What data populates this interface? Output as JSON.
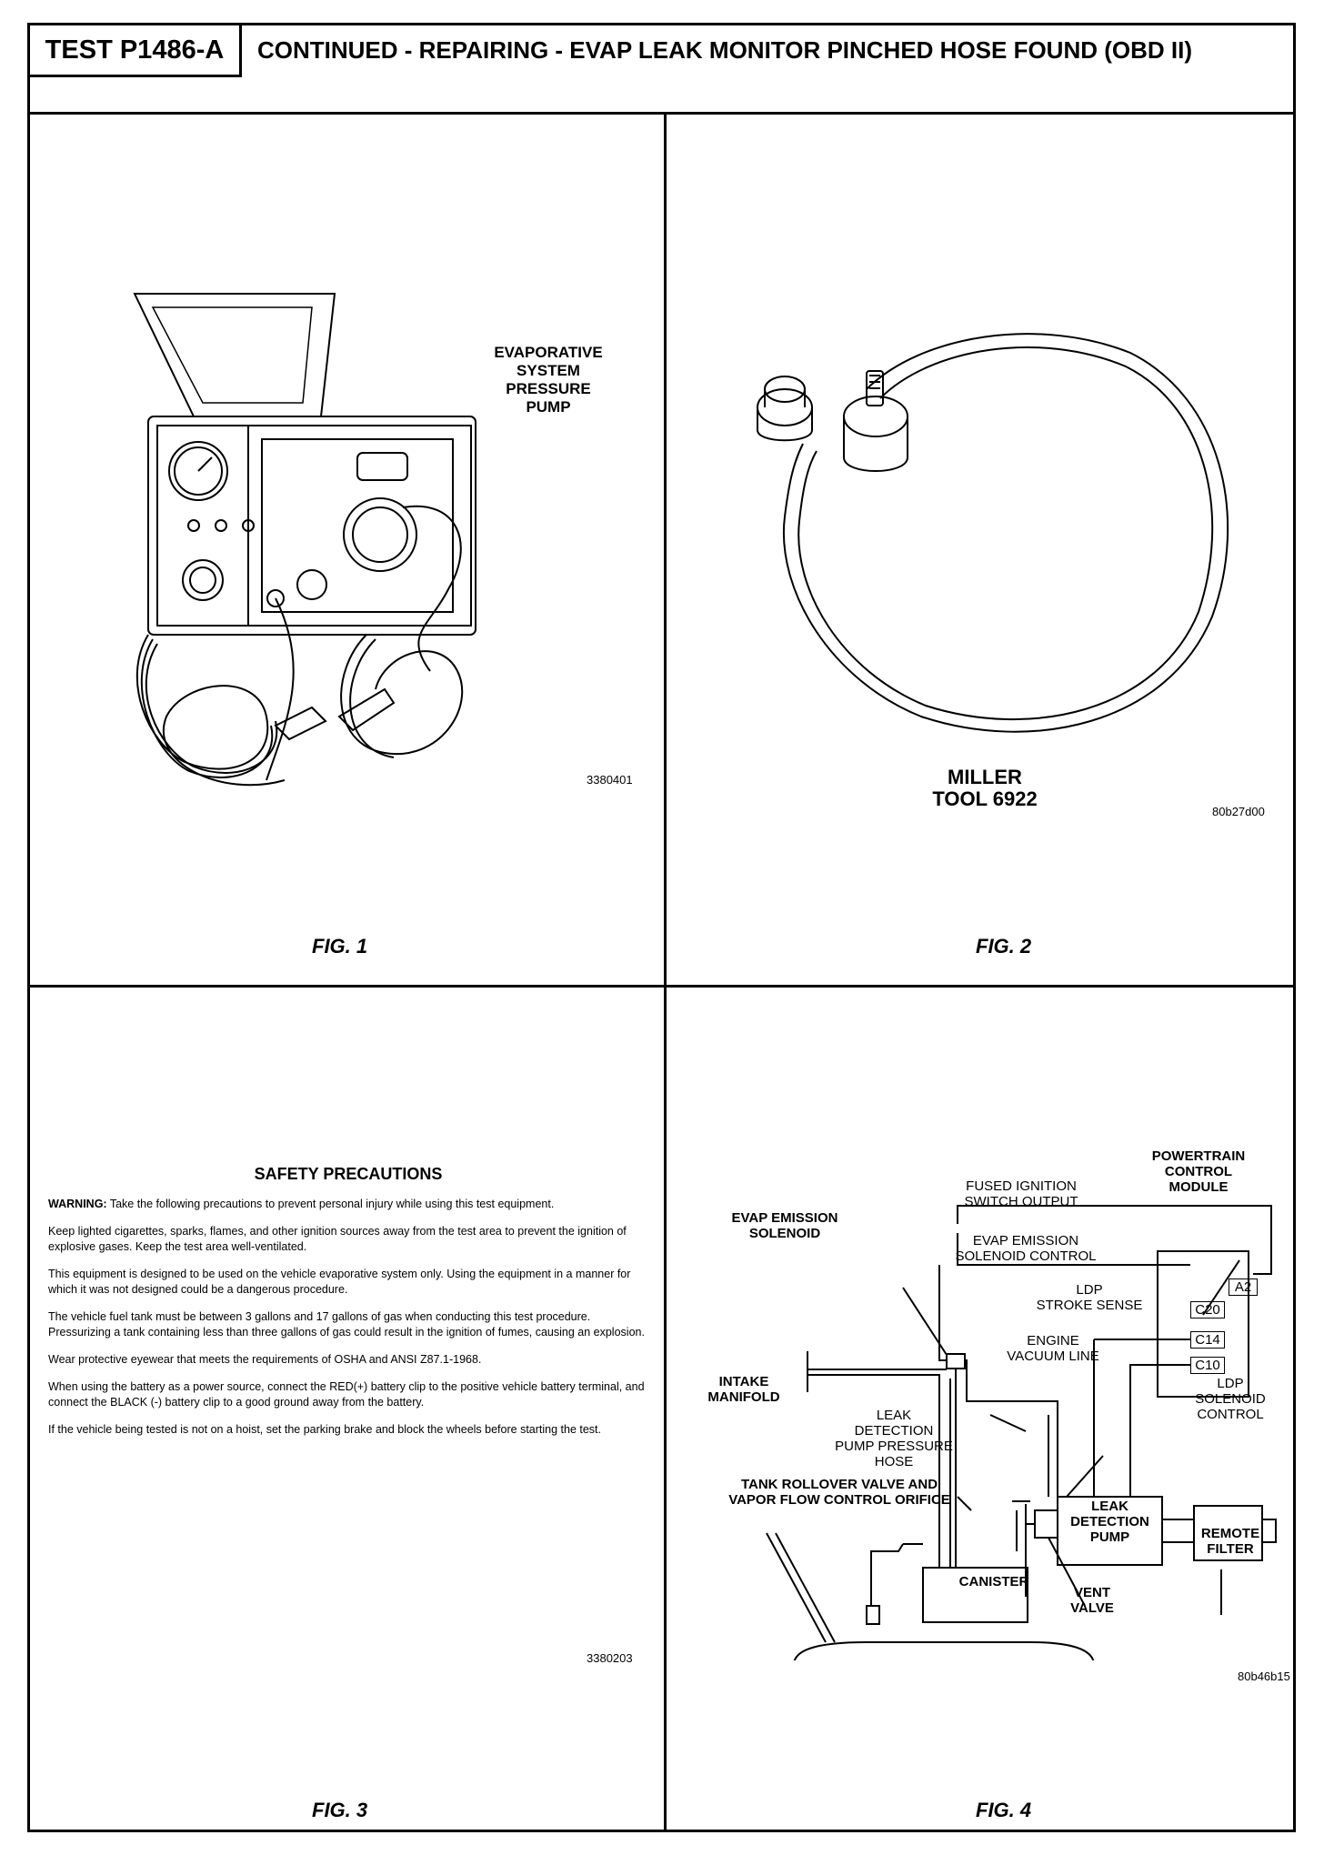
{
  "header": {
    "test_id": "TEST P1486-A",
    "title": "CONTINUED - REPAIRING - EVAP LEAK MONITOR PINCHED HOSE FOUND (OBD II)"
  },
  "fig1": {
    "caption": "FIG. 1",
    "label": [
      "EVAPORATIVE",
      "SYSTEM",
      "PRESSURE",
      "PUMP"
    ],
    "code": "3380401"
  },
  "fig2": {
    "caption": "FIG. 2",
    "label": [
      "MILLER",
      "TOOL 6922"
    ],
    "code": "80b27d00"
  },
  "fig3": {
    "caption": "FIG. 3",
    "title": "SAFETY PRECAUTIONS",
    "warning_label": "WARNING:",
    "warning_text": " Take the following precautions to prevent personal injury while using this test equipment.",
    "paragraphs": [
      "Keep lighted cigarettes, sparks, flames, and other ignition sources away from the test area to prevent the ignition of explosive gases.  Keep the test area well-ventilated.",
      "This equipment is designed to be used on the vehicle evaporative system only.  Using the equipment in a manner for which it was not designed could be a dangerous procedure.",
      "The vehicle fuel tank must be between 3 gallons and 17 gallons of gas when conducting this test procedure.  Pressurizing a tank containing less than three gallons of gas could result in the ignition of fumes,  causing an explosion.",
      "Wear protective eyewear that meets the requirements of OSHA and ANSI Z87.1-1968.",
      "When using the battery as a power source, connect the RED(+) battery clip to the positive vehicle battery terminal, and connect the BLACK (-) battery clip to a good ground away from the battery.",
      "If the vehicle being tested is not on a hoist, set the parking brake and block the wheels before starting the test."
    ],
    "code": "3380203"
  },
  "fig4": {
    "caption": "FIG. 4",
    "code": "80b46b15",
    "pcm": [
      "POWERTRAIN",
      "CONTROL",
      "MODULE"
    ],
    "fused": [
      "FUSED IGNITION",
      "SWITCH OUTPUT"
    ],
    "evap_solenoid": [
      "EVAP EMISSION",
      "SOLENOID"
    ],
    "evap_control": [
      "EVAP EMISSION",
      "SOLENOID CONTROL"
    ],
    "ldp_stroke": [
      "LDP",
      "STROKE SENSE"
    ],
    "engine_vac": [
      "ENGINE",
      "VACUUM LINE"
    ],
    "intake": [
      "INTAKE",
      "MANIFOLD"
    ],
    "ldp_solenoid": [
      "LDP",
      "SOLENOID",
      "CONTROL"
    ],
    "ldp_hose": [
      "LEAK",
      "DETECTION",
      "PUMP PRESSURE",
      "HOSE"
    ],
    "ldp": [
      "LEAK",
      "DETECTION",
      "PUMP"
    ],
    "tank_rollover": [
      "TANK ROLLOVER VALVE AND",
      "VAPOR FLOW CONTROL ORIFICE"
    ],
    "remote_filter": [
      "REMOTE",
      "FILTER"
    ],
    "canister": "CANISTER",
    "vent_valve": [
      "VENT",
      "VALVE"
    ],
    "pins": {
      "a2": "A2",
      "c20": "C20",
      "c14": "C14",
      "c10": "C10"
    }
  }
}
